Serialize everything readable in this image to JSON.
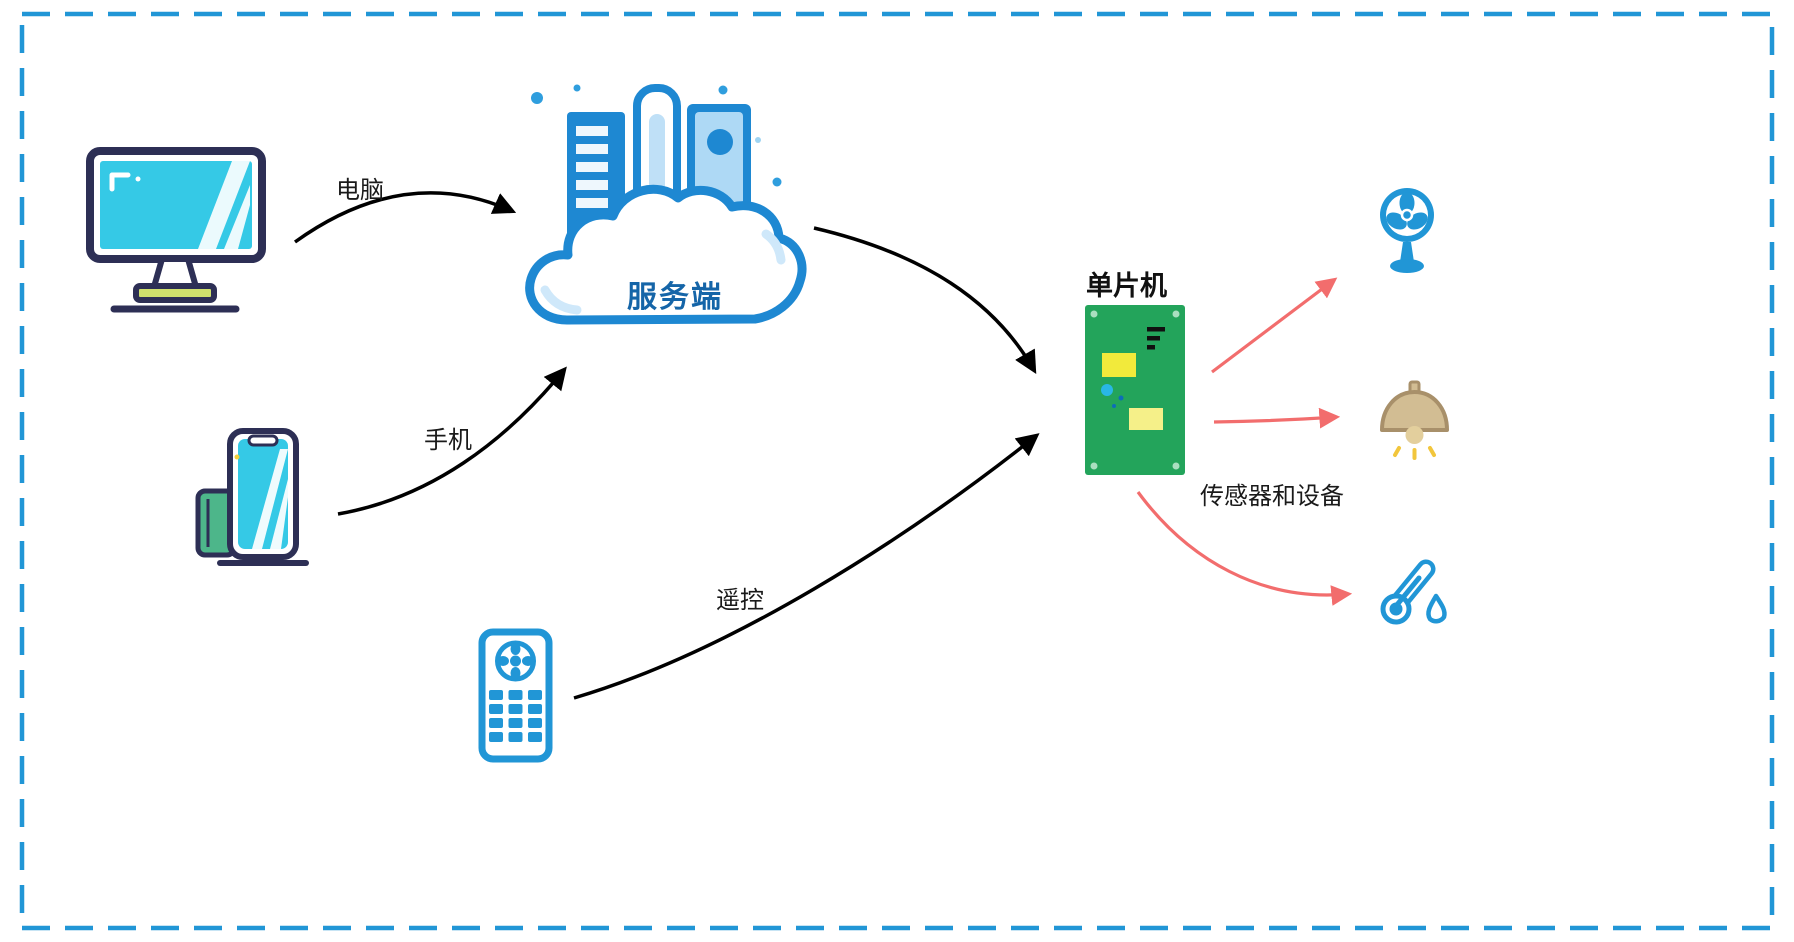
{
  "diagram": {
    "labels": {
      "computer": "电脑",
      "phone": "手机",
      "remote": "遥控",
      "server": "服务端",
      "mcu": "单片机",
      "devices": "传感器和设备"
    },
    "colors": {
      "border_blue": "#2196d6",
      "brand_blue": "#1e88d2",
      "screen_cyan": "#35c9e6",
      "outline_navy": "#2d2f55",
      "pcb_green": "#23a45b",
      "chip_yellow": "#f2ea3b",
      "device_arrow_red": "#f26d6d",
      "lamp_tan": "#d2bd93",
      "main_arrow_black": "#000000"
    }
  }
}
